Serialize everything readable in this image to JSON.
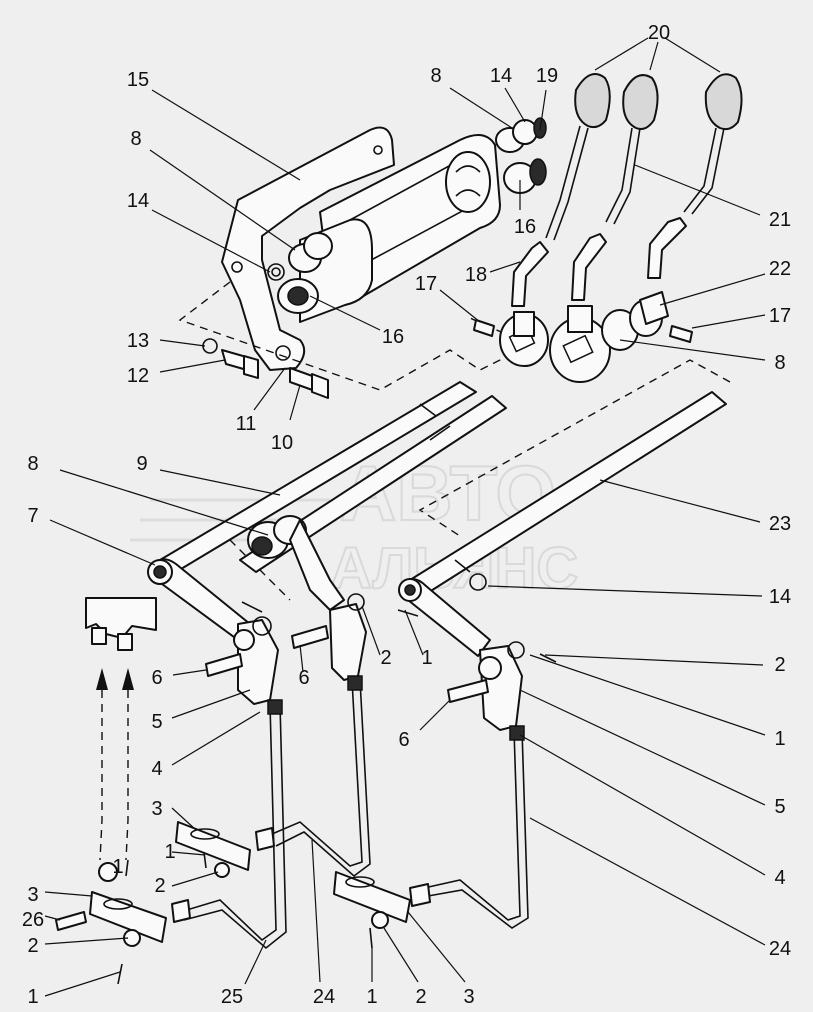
{
  "watermark": {
    "line1": "АВТО",
    "line2": "АЛЬЯНС"
  },
  "callouts": [
    {
      "id": "c15",
      "text": "15"
    },
    {
      "id": "c8a",
      "text": "8"
    },
    {
      "id": "c14a",
      "text": "14"
    },
    {
      "id": "c13",
      "text": "13"
    },
    {
      "id": "c12",
      "text": "12"
    },
    {
      "id": "c11",
      "text": "11"
    },
    {
      "id": "c10",
      "text": "10"
    },
    {
      "id": "c16a",
      "text": "16"
    },
    {
      "id": "c8b",
      "text": "8"
    },
    {
      "id": "c14b",
      "text": "14"
    },
    {
      "id": "c19",
      "text": "19"
    },
    {
      "id": "c16b",
      "text": "16"
    },
    {
      "id": "c20",
      "text": "20"
    },
    {
      "id": "c21",
      "text": "21"
    },
    {
      "id": "c22",
      "text": "22"
    },
    {
      "id": "c17a",
      "text": "17"
    },
    {
      "id": "c17b",
      "text": "17"
    },
    {
      "id": "c18",
      "text": "18"
    },
    {
      "id": "c8c",
      "text": "8"
    },
    {
      "id": "c8d",
      "text": "8"
    },
    {
      "id": "c9",
      "text": "9"
    },
    {
      "id": "c7",
      "text": "7"
    },
    {
      "id": "c23",
      "text": "23"
    },
    {
      "id": "c14c",
      "text": "14"
    },
    {
      "id": "c2a",
      "text": "2"
    },
    {
      "id": "c1a",
      "text": "1"
    },
    {
      "id": "c6a",
      "text": "6"
    },
    {
      "id": "c6b",
      "text": "6"
    },
    {
      "id": "c5a",
      "text": "5"
    },
    {
      "id": "c4a",
      "text": "4"
    },
    {
      "id": "c2b",
      "text": "2"
    },
    {
      "id": "c1b",
      "text": "1"
    },
    {
      "id": "c6c",
      "text": "6"
    },
    {
      "id": "c1c",
      "text": "1"
    },
    {
      "id": "c5b",
      "text": "5"
    },
    {
      "id": "c4b",
      "text": "4"
    },
    {
      "id": "c24a",
      "text": "24"
    },
    {
      "id": "c3a",
      "text": "3"
    },
    {
      "id": "c1d",
      "text": "1"
    },
    {
      "id": "c2c",
      "text": "2"
    },
    {
      "id": "c3b",
      "text": "3"
    },
    {
      "id": "c26",
      "text": "26"
    },
    {
      "id": "c2d",
      "text": "2"
    },
    {
      "id": "c1e",
      "text": "1"
    },
    {
      "id": "c25",
      "text": "25"
    },
    {
      "id": "c24b",
      "text": "24"
    },
    {
      "id": "c1f",
      "text": "1"
    },
    {
      "id": "c2e",
      "text": "2"
    },
    {
      "id": "c3c",
      "text": "3"
    }
  ]
}
